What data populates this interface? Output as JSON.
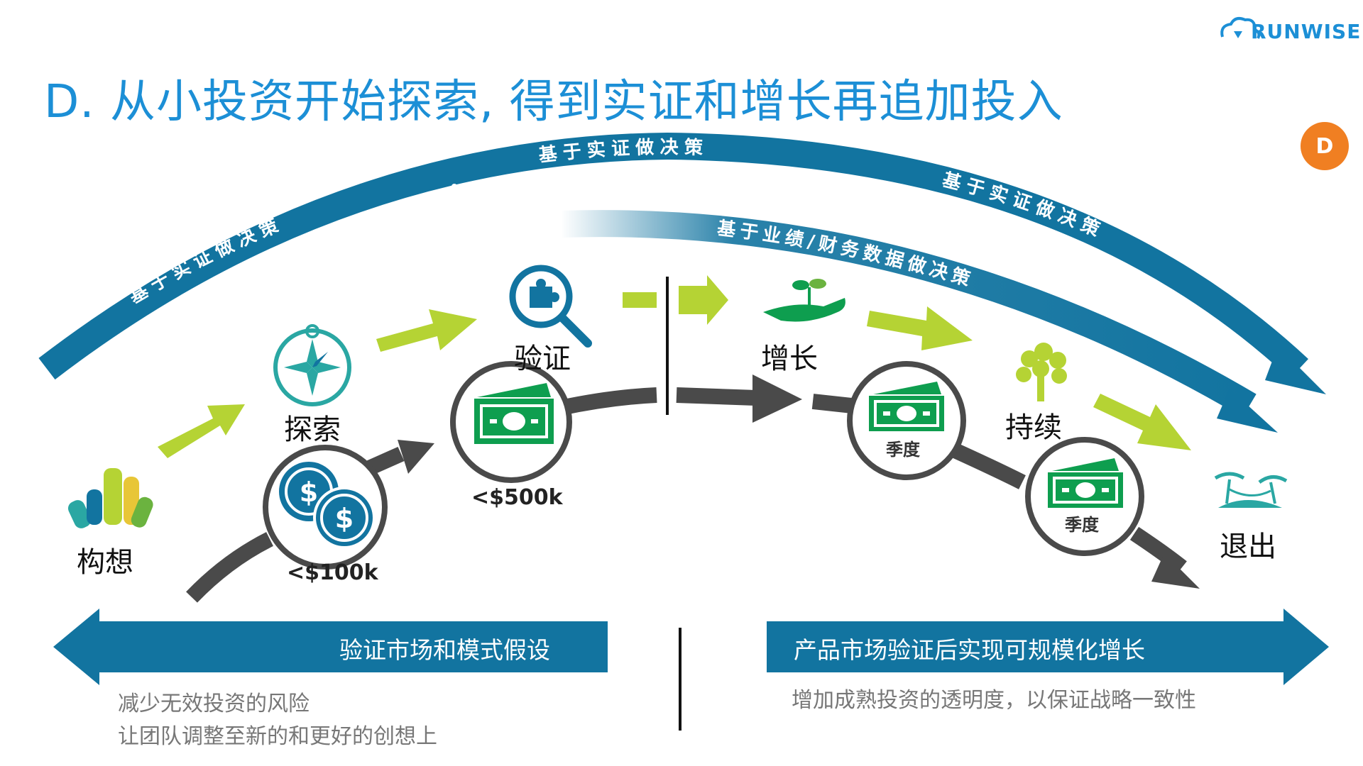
{
  "title": "D. 从小投资开始探索, 得到实证和增长再追加投入",
  "logo": {
    "text": "RUNWISE",
    "icon": "cloud-logo-icon"
  },
  "badge": "D",
  "arcs": {
    "outer_left": "基于实证做决策",
    "outer_middle": "基于实证做决策",
    "outer_right": "基于实证做决策",
    "inner": "基于业绩/财务数据做决策"
  },
  "stages": {
    "idea": {
      "label": "构想",
      "icon": "raised-hands-icon"
    },
    "explore": {
      "label": "探索",
      "icon": "compass-icon"
    },
    "validate": {
      "label": "验证",
      "icon": "magnifier-puzzle-icon"
    },
    "grow": {
      "label": "增长",
      "icon": "hand-sprout-icon"
    },
    "sustain": {
      "label": "持续",
      "icon": "tree-icon"
    },
    "exit": {
      "label": "退出",
      "icon": "island-hammock-icon"
    }
  },
  "investments": {
    "coins": "<$100k",
    "cash": "<$500k",
    "quarter1": "季度",
    "quarter2": "季度"
  },
  "banners": {
    "left": "验证市场和模式假设",
    "right": "产品市场验证后实现可规模化增长"
  },
  "notes": {
    "left_line1": "减少无效投资的风险",
    "left_line2": "让团队调整至新的和更好的创想上",
    "right_line1": "增加成熟投资的透明度，以保证战略一致性"
  },
  "colors": {
    "title_blue": "#1c8fd6",
    "arc_blue": "#1274a0",
    "arrow_green": "#b5d334",
    "money_green": "#0e9e4f",
    "teal": "#2aa7a3",
    "dark_gray": "#4a4a4a",
    "badge_orange": "#f07f22"
  }
}
